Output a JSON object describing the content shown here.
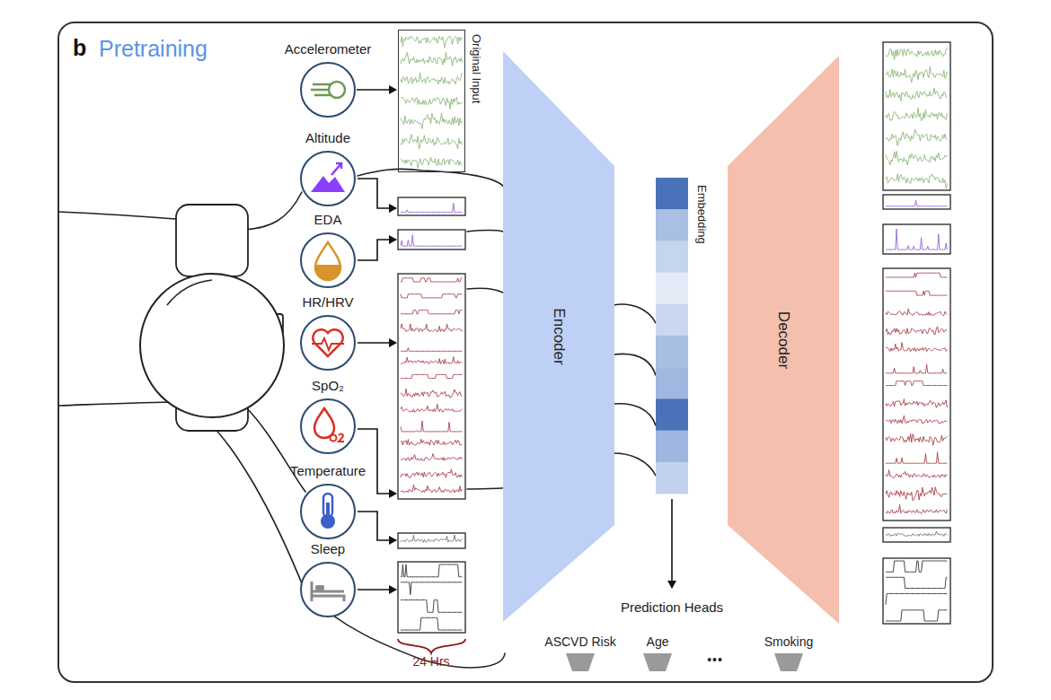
{
  "diagram": {
    "title": "Pretraining",
    "nodes": [
      {
        "text": [
          "Accelerometer"
        ]
      },
      {
        "text": [
          "Original Input"
        ]
      },
      {
        "text": [
          "Altitude"
        ]
      },
      {
        "text": [
          "EDA"
        ]
      },
      {
        "text": [
          "HR/HRV"
        ]
      },
      {
        "text": [
          "SpO₂"
        ]
      },
      {
        "text": [
          "Temperature"
        ]
      },
      {
        "text": [
          "Sleep"
        ]
      },
      {
        "text": [
          "Encoder"
        ]
      },
      {
        "text": [
          "Embedding"
        ]
      },
      {
        "text": [
          "Decoder"
        ]
      },
      {
        "text": [
          "ASCVD Risk"
        ]
      },
      {
        "text": [
          "Age"
        ]
      },
      {
        "text": [
          "Smoking"
        ]
      }
    ],
    "edges": [
      {
        "from": 0,
        "to": 1,
        "arrow": "to"
      }
    ],
    "labels": [
      "b",
      "24 Hrs",
      "Prediction Heads",
      "•••"
    ]
  }
}
